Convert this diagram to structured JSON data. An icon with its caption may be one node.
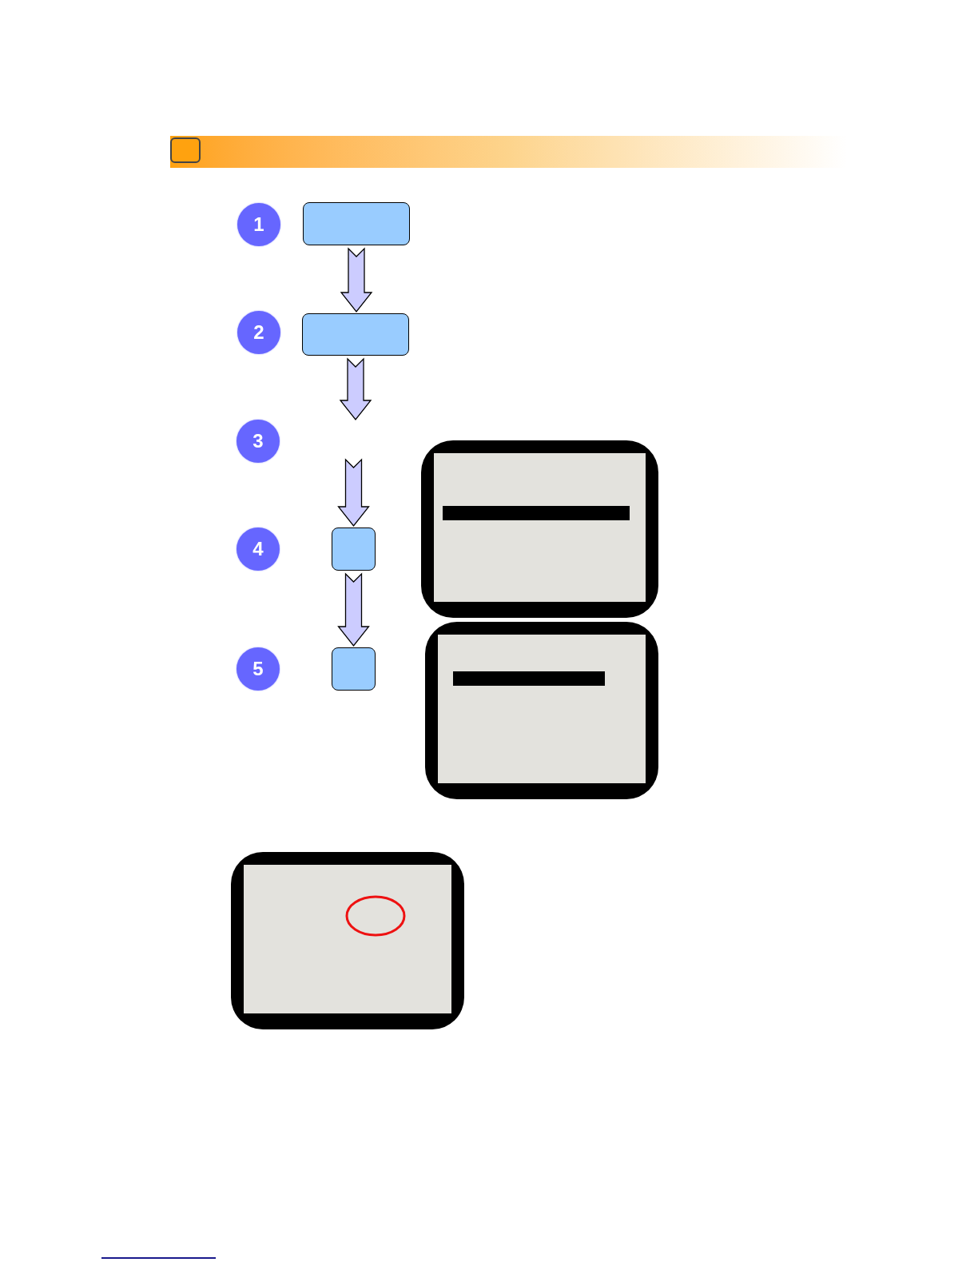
{
  "diagram": {
    "nodes": [
      {
        "text": [
          "1"
        ]
      },
      {
        "text": [],
        "shape": "box"
      },
      {
        "text": [
          "2"
        ]
      },
      {
        "text": [],
        "shape": "box"
      },
      {
        "text": [
          "3"
        ]
      },
      {
        "text": [
          "4"
        ]
      },
      {
        "text": [],
        "shape": "box"
      },
      {
        "text": [
          "5"
        ]
      },
      {
        "text": [],
        "shape": "box"
      }
    ],
    "edges": [
      {
        "from": 1,
        "to": 3,
        "arrow": "to"
      },
      {
        "from": 3,
        "to": null,
        "arrow": "to"
      },
      {
        "from": null,
        "to": 6,
        "arrow": "to"
      },
      {
        "from": 6,
        "to": 8,
        "arrow": "to"
      }
    ]
  }
}
